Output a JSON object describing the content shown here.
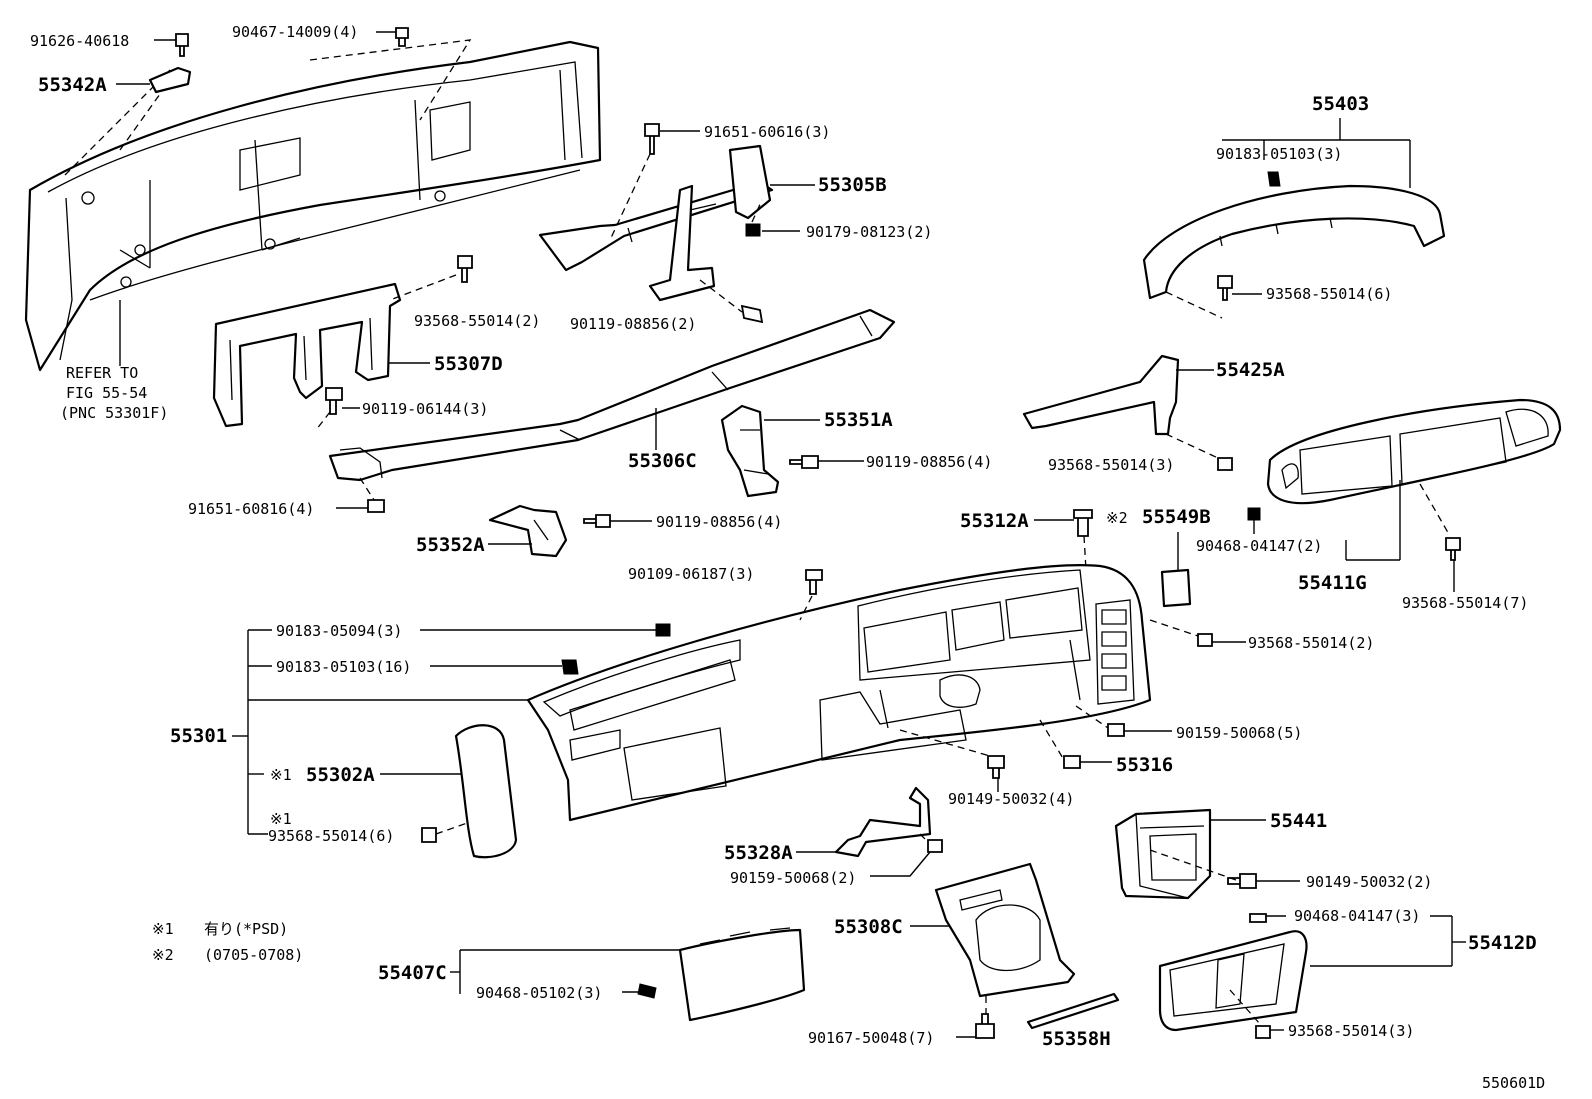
{
  "labels": {
    "l_91626": "91626-40618",
    "l_90467": "90467-14009(4)",
    "l_55342A": "55342A",
    "l_refer1": "REFER TO",
    "l_refer2": "FIG 55-54",
    "l_refer3": "(PNC 53301F)",
    "l_91651_616": "91651-60616(3)",
    "l_55305B": "55305B",
    "l_90179": "90179-08123(2)",
    "l_93568_2a": "93568-55014(2)",
    "l_90119_856_2": "90119-08856(2)",
    "l_55307D": "55307D",
    "l_90119_144": "90119-06144(3)",
    "l_55403": "55403",
    "l_90183_5103_3": "90183-05103(3)",
    "l_93568_6a": "93568-55014(6)",
    "l_55425A": "55425A",
    "l_55351A": "55351A",
    "l_55306C": "55306C",
    "l_90119_856_4a": "90119-08856(4)",
    "l_93568_3a": "93568-55014(3)",
    "l_91651_816": "91651-60816(4)",
    "l_90119_856_4b": "90119-08856(4)",
    "l_55352A": "55352A",
    "l_55312A": "55312A",
    "l_mark2": "※2",
    "l_55549B": "55549B",
    "l_90468_4147_2": "90468-04147(2)",
    "l_55411G": "55411G",
    "l_93568_7": "93568-55014(7)",
    "l_90109": "90109-06187(3)",
    "l_90183_5094": "90183-05094(3)",
    "l_93568_2b": "93568-55014(2)",
    "l_90183_5103_16": "90183-05103(16)",
    "l_55301": "55301",
    "l_90159_5": "90159-50068(5)",
    "l_mark1a": "※1",
    "l_55302A": "55302A",
    "l_55316": "55316",
    "l_90149_4": "90149-50032(4)",
    "l_mark1b": "※1",
    "l_93568_6b": "93568-55014(6)",
    "l_55441": "55441",
    "l_55328A": "55328A",
    "l_90159_2": "90159-50068(2)",
    "l_90149_2": "90149-50032(2)",
    "l_90468_4147_3": "90468-04147(3)",
    "l_55308C": "55308C",
    "l_55412D": "55412D",
    "l_55407C": "55407C",
    "l_90468_5102": "90468-05102(3)",
    "l_90167": "90167-50048(7)",
    "l_55358H": "55358H",
    "l_93568_3b": "93568-55014(3)",
    "l_fig": "550601D",
    "n1_mark": "※1",
    "n1_text": "有り(*PSD)",
    "n2_mark": "※2",
    "n2_text": "(0705-0708)"
  }
}
